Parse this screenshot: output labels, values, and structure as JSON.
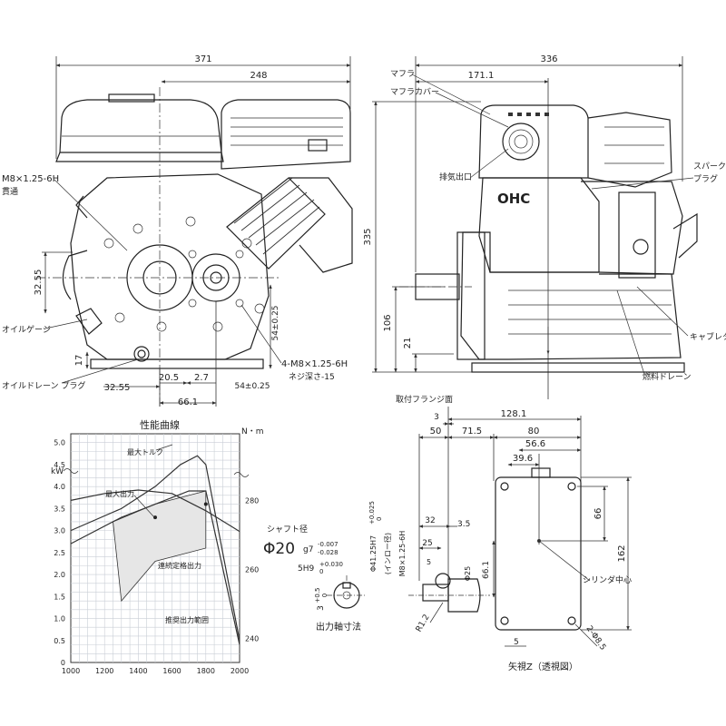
{
  "front_view": {
    "dims": {
      "w371": "371",
      "w248": "248",
      "h32_55": "32.55",
      "h17": "17",
      "d32_55": "32.55",
      "d20_5": "20.5",
      "d2_7": "2.7",
      "d66_1": "66.1",
      "d54_a": "54±0.25",
      "d54_b": "54±0.25"
    },
    "labels": {
      "bolt": "M8×1.25-6H",
      "through": "貫通",
      "oil_gauge": "オイルゲージ",
      "oil_drain": "オイルドレーン プラグ",
      "bolts4": "4-M8×1.25-6H",
      "thread_depth": "ネジ深さ-15"
    }
  },
  "side_view": {
    "dims": {
      "w336": "336",
      "w171": "171.1",
      "h335": "335",
      "h106": "106",
      "h21": "21"
    },
    "labels": {
      "muffler": "マフラ",
      "muffler_cover": "マフラカバー",
      "exhaust": "排気出口",
      "spark_plug_1": "スパーク",
      "spark_plug_2": "プラグ",
      "carb": "キャブレタ",
      "fuel_drain": "燃料ドレーン",
      "ohc": "OHC"
    }
  },
  "chart_data": {
    "type": "line",
    "title": "性能曲線",
    "x": {
      "ticks": [
        1000,
        1200,
        1400,
        1600,
        1800,
        2000
      ],
      "range": [
        1000,
        2000
      ]
    },
    "y_left": {
      "unit": "kW",
      "ticks": [
        0,
        0.5,
        1.0,
        1.5,
        2.0,
        2.5,
        3.0,
        3.5,
        4.0,
        4.5,
        5.0
      ],
      "tick_labels": [
        "0",
        "0.5",
        "1.0",
        "1.5",
        "2.0",
        "2.5",
        "3.0",
        "3.5",
        "4.0",
        "4.5",
        "5.0"
      ],
      "range": [
        0,
        5.2
      ]
    },
    "y_right": {
      "unit": "N・m",
      "ticks": [
        240,
        260,
        280
      ],
      "range": [
        233,
        283
      ]
    },
    "series": [
      {
        "name": "最大トルク",
        "axis": "right",
        "x": [
          1000,
          1200,
          1400,
          1600,
          1800,
          2000
        ],
        "y": [
          280,
          282,
          283,
          282,
          277,
          271
        ]
      },
      {
        "name": "最大出力",
        "axis": "left",
        "x": [
          1000,
          1300,
          1500,
          1650,
          1750,
          1800,
          2000
        ],
        "y": [
          3.0,
          3.5,
          4.0,
          4.5,
          4.7,
          4.5,
          0.5
        ]
      },
      {
        "name": "連続定格出力",
        "axis": "left",
        "x": [
          1000,
          1300,
          1500,
          1700,
          1800,
          2000
        ],
        "y": [
          2.7,
          3.3,
          3.6,
          3.9,
          3.9,
          0.4
        ]
      }
    ],
    "region": {
      "name": "推奨出力範囲",
      "x": [
        1250,
        1500,
        1800,
        1800,
        1500,
        1300
      ],
      "y": [
        3.2,
        3.6,
        3.9,
        2.6,
        2.3,
        1.4
      ]
    },
    "points": [
      {
        "x": 1500,
        "y": 3.3
      },
      {
        "x": 1800,
        "y": 3.6
      }
    ]
  },
  "shaft": {
    "dims": {
      "diameter": "Φ20",
      "tol": "g7",
      "tol_u": "-0.007",
      "tol_l": "-0.028",
      "key": "5H9",
      "key_u": "+0.030",
      "key_l": "0",
      "h3": "3",
      "h3_u": "+0.5",
      "h3_l": "0"
    },
    "labels": {
      "shaft_dia": "シャフト径",
      "title": "出力軸寸法"
    }
  },
  "flange": {
    "dims": {
      "w128": "128.1",
      "d3": "3",
      "d50": "50",
      "d71_5": "71.5",
      "d80": "80",
      "d56_6": "56.6",
      "d39_6": "39.6",
      "d32": "32",
      "d3_5": "3.5",
      "d25": "25",
      "d5": "5",
      "phi25": "Φ25",
      "d66": "66",
      "d66_1": "66.1",
      "d162": "162",
      "r12": "R1.2",
      "d5b": "5",
      "holes": "2-Φ8.5",
      "phi41": "Φ41.25H7",
      "inro": "(インロー径)",
      "m8": "M8×1.25-6H",
      "tol_u": "+0.025",
      "tol_l": "0"
    },
    "labels": {
      "flange_face": "取付フランジ面",
      "cyl_center": "シリンダ中心",
      "title": "矢視Z（透視図）"
    }
  }
}
